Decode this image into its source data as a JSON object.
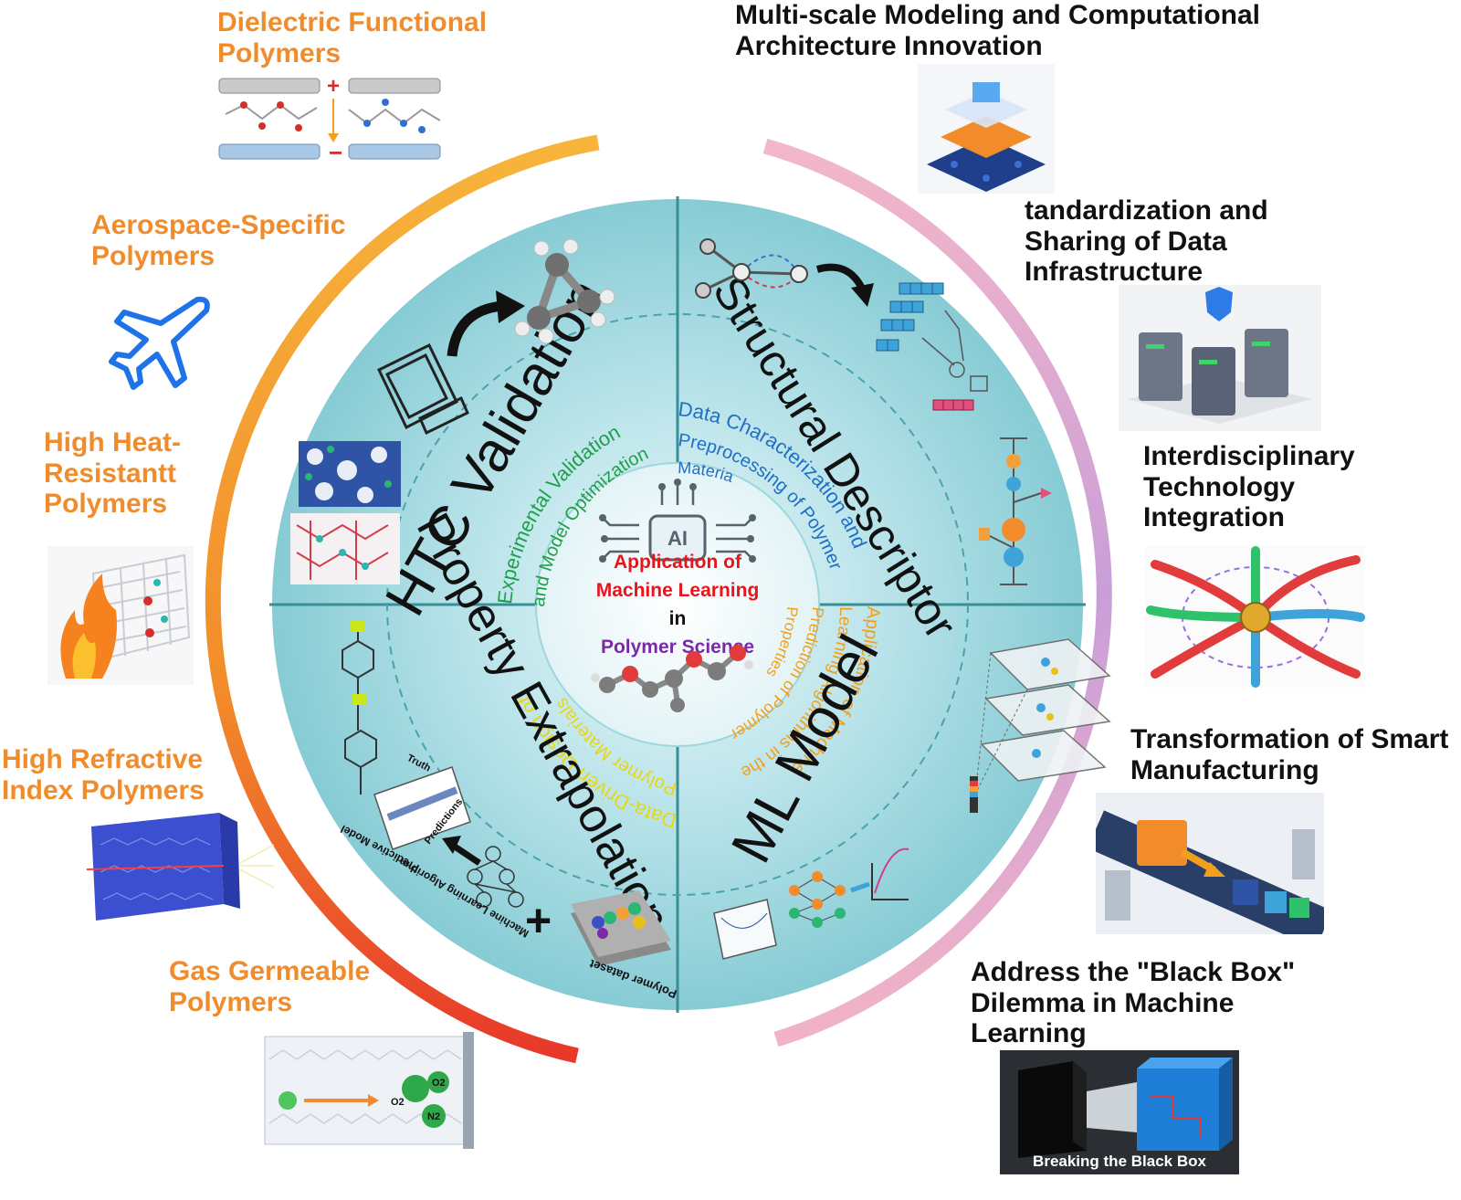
{
  "center": {
    "line1": "Application of",
    "line2": "Machine Learning",
    "line3": "in",
    "line4": "Polymer Science",
    "chip_text": "AI",
    "colors": {
      "red": "#e8141b",
      "purple": "#7a2aa8"
    }
  },
  "quadrants": {
    "top_left": "HTC Validation",
    "top_right": "Structural Descriptor",
    "bottom_right": "ML Model",
    "bottom_left": "Property Extrapolation"
  },
  "inner_ring": {
    "green_1": "Experimental Validation",
    "green_2": "and Model Optimization",
    "blue_1": "Data Characterization and",
    "blue_2": "Preprocessing of Polymer",
    "blue_3": "Materials",
    "orange_1": "Application of Machine",
    "orange_2": "Learning Algorithms in the",
    "orange_3": "Prediction of Polymer",
    "orange_4": "Properties",
    "yellow_1": "Data-Driven Design of",
    "yellow_2": "Polymer Materials"
  },
  "quadrant_small_labels": {
    "truth": "Truth",
    "predictive_model": "Predictive Model",
    "predictions": "Predictions",
    "ml_algorithm": "Machine Learning Algorithm",
    "polymer_dataset": "Polymer dataset"
  },
  "left_labels": [
    "Dielectric Functional Polymers",
    "Aerospace-Specific Polymers",
    "High Heat-Resistantt Polymers",
    "High Refractive Index Polymers",
    "Gas Germeable Polymers"
  ],
  "right_labels": [
    "Multi-scale Modeling and Computational Architecture Innovation",
    "tandardization and Sharing of Data Infrastructure",
    "Interdisciplinary Technology Integration",
    "Transformation of Smart Manufacturing",
    "Address the \"Black Box\" Dilemma in Machine Learning"
  ],
  "image_captions": {
    "black_box": "Breaking the Black Box",
    "o2_a": "O2",
    "o2_b": "O2",
    "n2": "N2"
  },
  "colors": {
    "left_arc_top": "#f5b23a",
    "left_arc_bottom": "#ea3a2a",
    "right_arc_top": "#f2b6c8",
    "right_arc_mid": "#c79ad8",
    "disc": "#8fd3dc",
    "divider": "#3a8f96",
    "left_label": "#f08c2c"
  }
}
